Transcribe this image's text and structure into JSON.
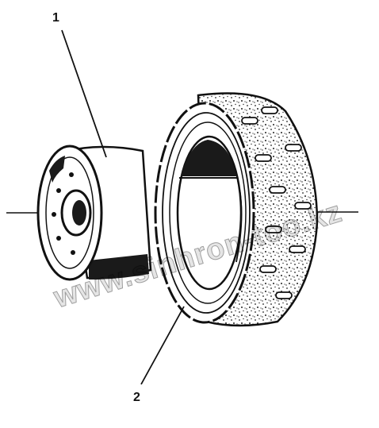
{
  "diagram": {
    "callouts": [
      {
        "id": "1",
        "text": "1"
      },
      {
        "id": "2",
        "text": "2"
      }
    ],
    "watermark": "www.sinhron-too.kz",
    "colors": {
      "ink": "#111111",
      "fill_dark": "#1a1a1a",
      "paper": "#ffffff"
    }
  }
}
